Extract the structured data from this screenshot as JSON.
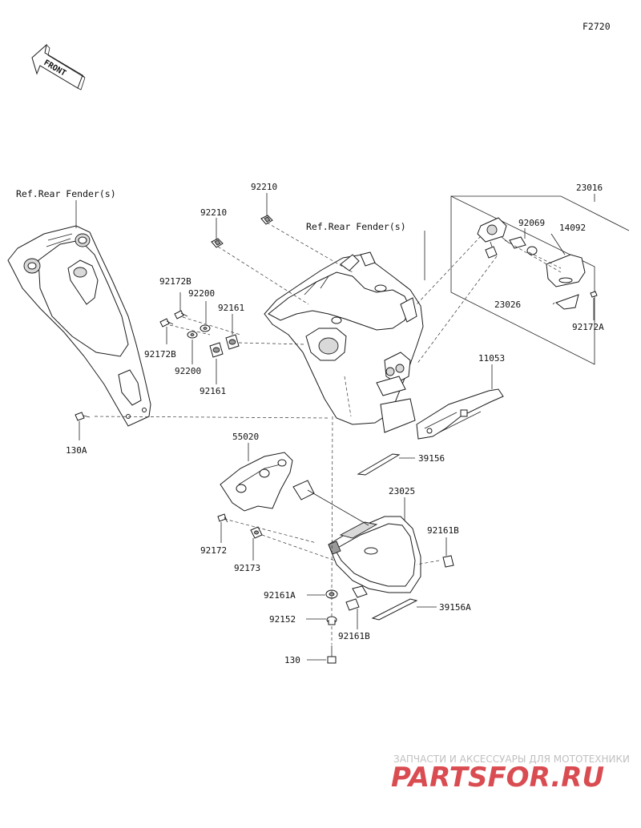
{
  "figure_code": "F2720",
  "front_label": "FRONT",
  "labels": {
    "ref_rear_fender_left": "Ref.Rear Fender(s)",
    "ref_rear_fender_right": "Ref.Rear Fender(s)",
    "p92210_a": "92210",
    "p92210_b": "92210",
    "p23016": "23016",
    "p92069": "92069",
    "p14092": "14092",
    "p92172B_a": "92172B",
    "p92200_a": "92200",
    "p92161_a": "92161",
    "p92172B_b": "92172B",
    "p92200_b": "92200",
    "p92161_b": "92161",
    "p23026": "23026",
    "p92172A": "92172A",
    "p11053": "11053",
    "p130A": "130A",
    "p55020": "55020",
    "p39156": "39156",
    "p23025": "23025",
    "p92161B_a": "92161B",
    "p92172": "92172",
    "p92173": "92173",
    "p92161A": "92161A",
    "p92152": "92152",
    "p92161B_b": "92161B",
    "p39156A": "39156A",
    "p130": "130"
  },
  "watermark": {
    "tagline": "ЗАПЧАСТИ И АКСЕССУАРЫ ДЛЯ МОТОТЕХНИКИ",
    "brand": "PARTSFOR.RU",
    "brand_color": "#d22d32"
  }
}
